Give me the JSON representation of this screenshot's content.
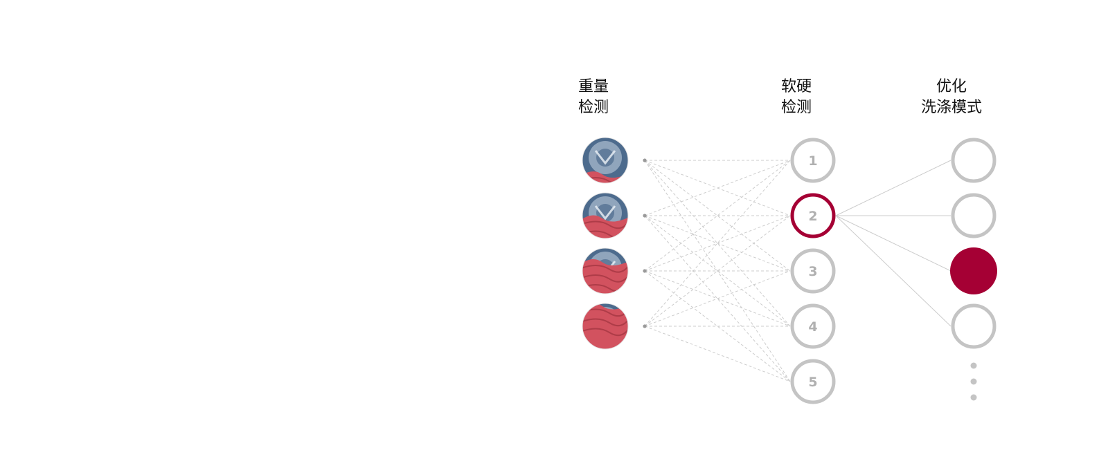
{
  "columns": {
    "weight": {
      "line1": "重量",
      "line2": "检测"
    },
    "softness": {
      "line1": "软硬",
      "line2": "检测"
    },
    "mode": {
      "line1": "优化",
      "line2": "洗涤模式"
    }
  },
  "weight_levels": [
    {
      "name": "drum-load-level-1",
      "fill_fraction": 0.25
    },
    {
      "name": "drum-load-level-2",
      "fill_fraction": 0.5
    },
    {
      "name": "drum-load-level-3",
      "fill_fraction": 0.75
    },
    {
      "name": "drum-load-level-4",
      "fill_fraction": 1.0
    }
  ],
  "softness_nodes": [
    {
      "label": "1",
      "active": false
    },
    {
      "label": "2",
      "active": true
    },
    {
      "label": "3",
      "active": false
    },
    {
      "label": "4",
      "active": false
    },
    {
      "label": "5",
      "active": false
    }
  ],
  "mode_nodes": [
    {
      "selected": false
    },
    {
      "selected": false
    },
    {
      "selected": true
    },
    {
      "selected": false
    }
  ],
  "colors": {
    "accent": "#a50034",
    "node_gray": "#c4c4c4",
    "node_text": "#b0b0b0",
    "line": "#cccccc",
    "fabric": "#d2525f",
    "fabric_dark": "#8f2a35",
    "drum": "#4d6b8d",
    "drum_light": "#c9d6e3"
  }
}
